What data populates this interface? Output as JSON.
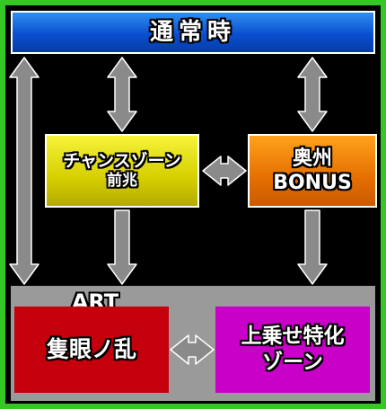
{
  "nodes": {
    "normal": "通常時",
    "chance_line1": "チャンスゾーン",
    "chance_line2": "前兆",
    "oshu_line1": "奥州",
    "oshu_line2": "BONUS",
    "art_label": "ART",
    "sekigan": "隻眼ノ乱",
    "uwanose_line1": "上乗せ特化",
    "uwanose_line2": "ゾーン"
  },
  "colors": {
    "frame": "#35c825",
    "normal_box": "#0a4fd0",
    "chance_box": "#d6cf00",
    "oshu_box": "#e56f00",
    "art_area": "#9a9a9a",
    "sekigan_box": "#c4000c",
    "uwanose_box": "#c800c8",
    "arrow_fill": "#8c8c8c"
  },
  "connections": [
    {
      "from": "normal",
      "to": "art",
      "style": "double-headed"
    },
    {
      "from": "normal",
      "to": "chance",
      "style": "double-headed"
    },
    {
      "from": "normal",
      "to": "oshu",
      "style": "double-headed"
    },
    {
      "from": "chance",
      "to": "oshu",
      "style": "double-headed"
    },
    {
      "from": "chance",
      "to": "art",
      "style": "single-headed"
    },
    {
      "from": "oshu",
      "to": "art",
      "style": "single-headed"
    },
    {
      "from": "sekigan",
      "to": "uwanose",
      "style": "double-headed"
    }
  ]
}
